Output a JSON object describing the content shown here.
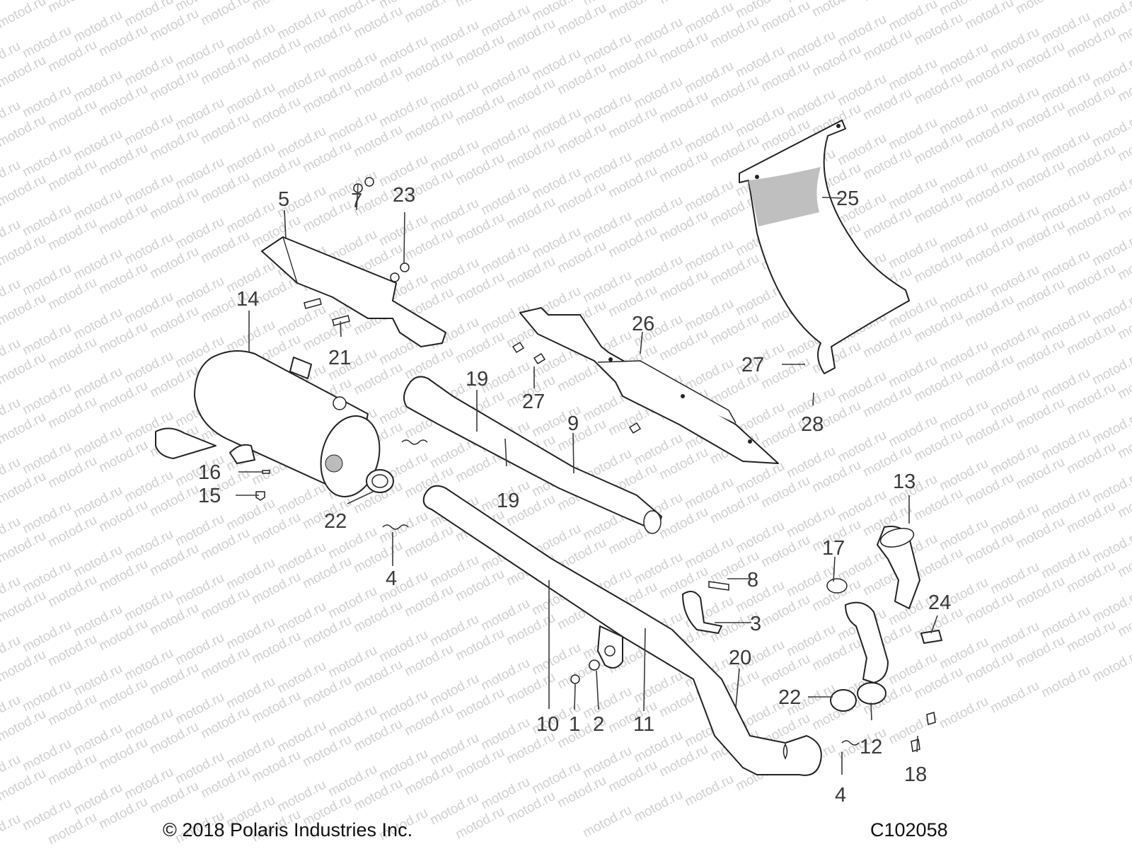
{
  "watermark": "motod.ru",
  "copyright": "© 2018 Polaris Industries Inc.",
  "figure_code": "C102058",
  "callouts": [
    {
      "id": "c5",
      "label": "5"
    },
    {
      "id": "c7",
      "label": "7"
    },
    {
      "id": "c23",
      "label": "23"
    },
    {
      "id": "c14",
      "label": "14"
    },
    {
      "id": "c21",
      "label": "21"
    },
    {
      "id": "c19a",
      "label": "19"
    },
    {
      "id": "c19b",
      "label": "19"
    },
    {
      "id": "c9",
      "label": "9"
    },
    {
      "id": "c27a",
      "label": "27"
    },
    {
      "id": "c26",
      "label": "26"
    },
    {
      "id": "c25",
      "label": "25"
    },
    {
      "id": "c27b",
      "label": "27"
    },
    {
      "id": "c28",
      "label": "28"
    },
    {
      "id": "c16",
      "label": "16"
    },
    {
      "id": "c15",
      "label": "15"
    },
    {
      "id": "c22a",
      "label": "22"
    },
    {
      "id": "c4a",
      "label": "4"
    },
    {
      "id": "c13",
      "label": "13"
    },
    {
      "id": "c17",
      "label": "17"
    },
    {
      "id": "c8",
      "label": "8"
    },
    {
      "id": "c3",
      "label": "3"
    },
    {
      "id": "c24",
      "label": "24"
    },
    {
      "id": "c20",
      "label": "20"
    },
    {
      "id": "c22b",
      "label": "22"
    },
    {
      "id": "c12",
      "label": "12"
    },
    {
      "id": "c10",
      "label": "10"
    },
    {
      "id": "c1",
      "label": "1"
    },
    {
      "id": "c2",
      "label": "2"
    },
    {
      "id": "c11",
      "label": "11"
    },
    {
      "id": "c4b",
      "label": "4"
    },
    {
      "id": "c18",
      "label": "18"
    }
  ]
}
